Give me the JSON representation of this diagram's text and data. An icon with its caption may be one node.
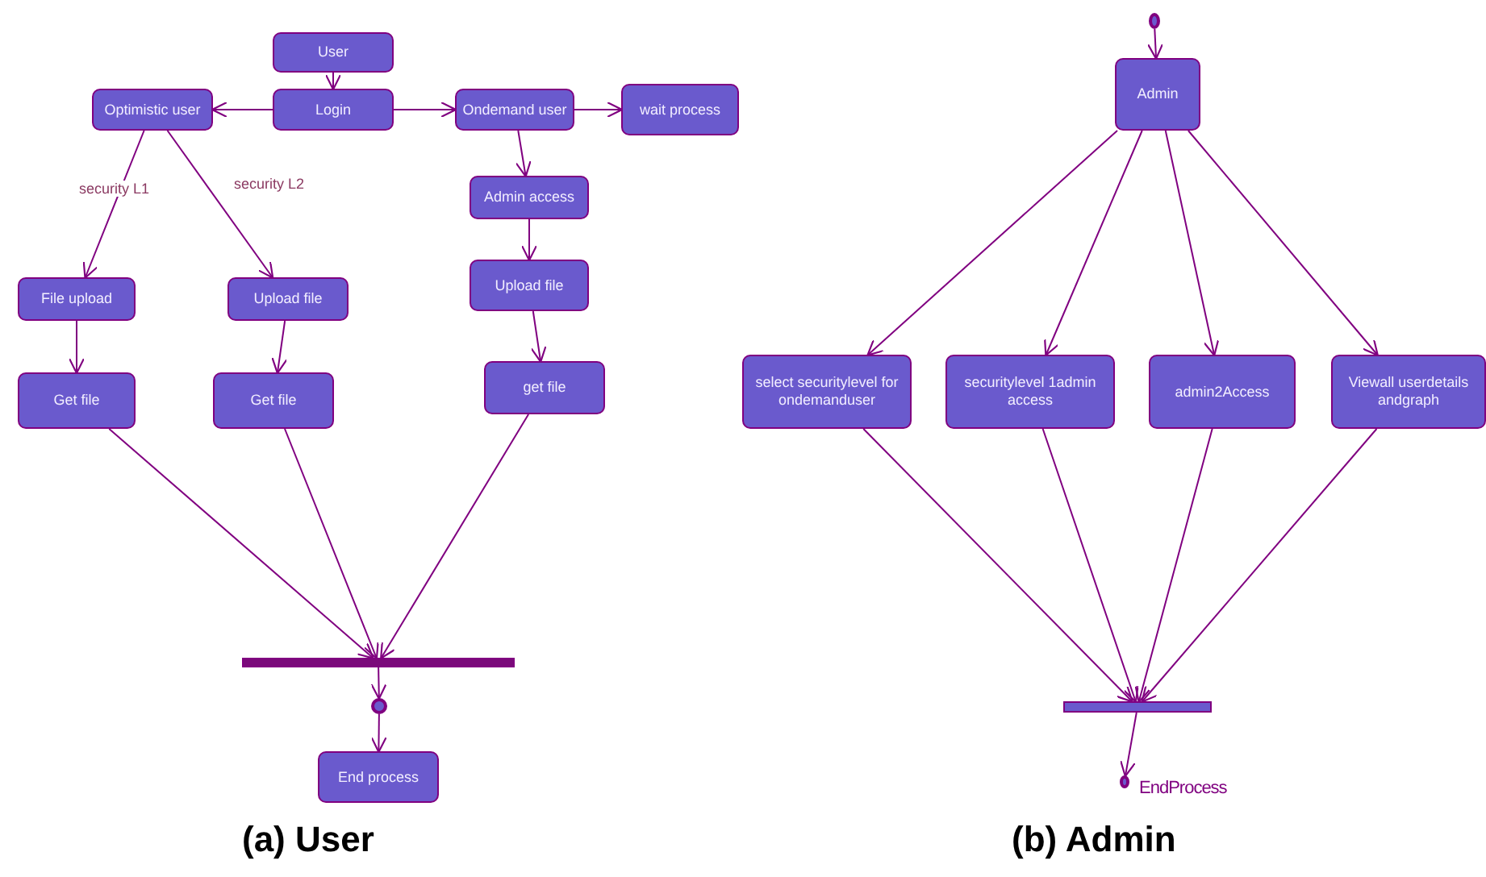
{
  "diagram": {
    "nodes": [
      {
        "text": [
          "User"
        ]
      },
      {
        "text": [
          "Login"
        ]
      },
      {
        "text": [
          "Optimistic user"
        ]
      },
      {
        "text": [
          "Ondemand user"
        ]
      },
      {
        "text": [
          "wait process"
        ]
      },
      {
        "text": [
          "Admin access"
        ]
      },
      {
        "text": [
          "File upload"
        ]
      },
      {
        "text": [
          "Upload file"
        ]
      },
      {
        "text": [
          "Upload file"
        ]
      },
      {
        "text": [
          "Get file"
        ]
      },
      {
        "text": [
          "Get file"
        ]
      },
      {
        "text": [
          "get file"
        ]
      },
      {
        "text": [],
        "shape": "bar"
      },
      {
        "text": [],
        "shape": "circle"
      },
      {
        "text": [
          "End process"
        ]
      },
      {
        "text": [],
        "shape": "circle"
      },
      {
        "text": [
          "Admin"
        ]
      },
      {
        "text": [
          "select securitylevel for ondemanduser"
        ]
      },
      {
        "text": [
          "securitylevel 1admin access"
        ]
      },
      {
        "text": [
          "admin2Access"
        ]
      },
      {
        "text": [
          "Viewall userdetails andgraph"
        ]
      },
      {
        "text": [],
        "shape": "bar"
      },
      {
        "text": [],
        "shape": "circle",
        "beside": [
          "EndProcess"
        ]
      }
    ],
    "edges": [
      {
        "from": 0,
        "to": 1,
        "arrow": "to"
      },
      {
        "from": 1,
        "to": 2,
        "arrow": "to"
      },
      {
        "from": 1,
        "to": 3,
        "arrow": "to"
      },
      {
        "from": 3,
        "to": 4,
        "arrow": "to"
      },
      {
        "from": 3,
        "to": 5,
        "arrow": "to"
      },
      {
        "from": 5,
        "to": 8,
        "arrow": "to"
      },
      {
        "from": 8,
        "to": 11,
        "arrow": "to"
      },
      {
        "from": 2,
        "to": 6,
        "arrow": "to",
        "label": "security L1"
      },
      {
        "from": 2,
        "to": 7,
        "arrow": "to",
        "label": "security L2"
      },
      {
        "from": 6,
        "to": 9,
        "arrow": "to"
      },
      {
        "from": 7,
        "to": 10,
        "arrow": "to"
      },
      {
        "from": 9,
        "to": 12,
        "arrow": "to"
      },
      {
        "from": 10,
        "to": 12,
        "arrow": "to"
      },
      {
        "from": 11,
        "to": 12,
        "arrow": "to"
      },
      {
        "from": 12,
        "to": 13,
        "arrow": "to"
      },
      {
        "from": 13,
        "to": 14,
        "arrow": "to"
      },
      {
        "from": 15,
        "to": 16,
        "arrow": "to"
      },
      {
        "from": 16,
        "to": 17,
        "arrow": "to"
      },
      {
        "from": 16,
        "to": 18,
        "arrow": "to"
      },
      {
        "from": 16,
        "to": 19,
        "arrow": "to"
      },
      {
        "from": 16,
        "to": 20,
        "arrow": "to"
      },
      {
        "from": 17,
        "to": 21,
        "arrow": "to"
      },
      {
        "from": 18,
        "to": 21,
        "arrow": "to"
      },
      {
        "from": 19,
        "to": 21,
        "arrow": "to"
      },
      {
        "from": 20,
        "to": 21,
        "arrow": "to"
      },
      {
        "from": 21,
        "to": 22,
        "arrow": "to"
      }
    ],
    "labels": [
      "(a) User",
      "(b) Admin"
    ]
  }
}
